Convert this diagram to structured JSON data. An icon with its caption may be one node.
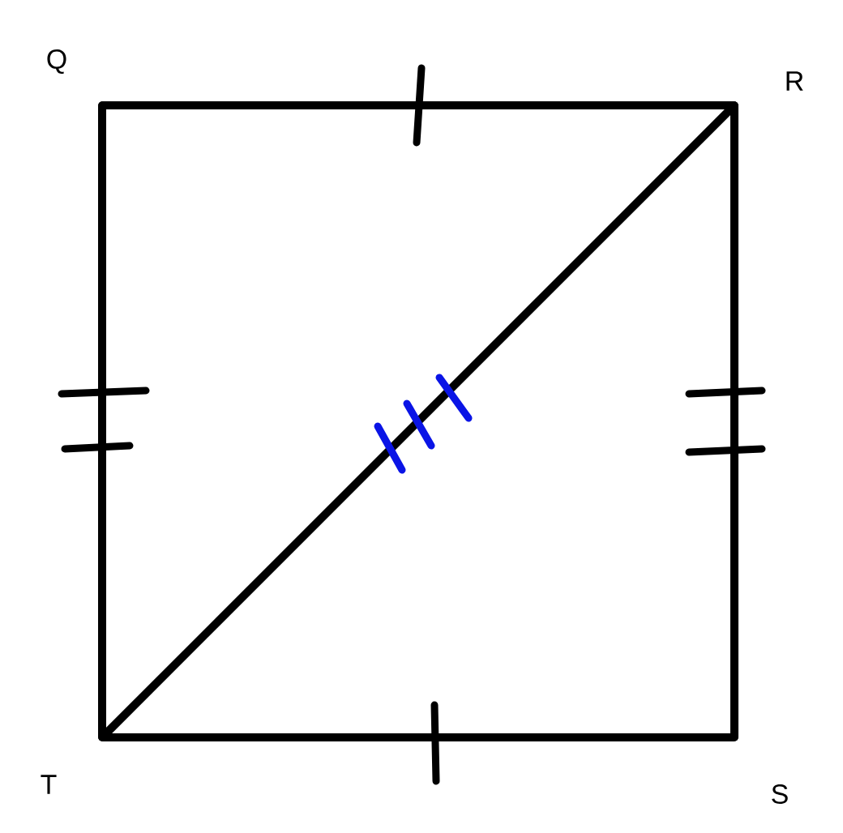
{
  "diagram": {
    "nodes": [
      {
        "text": [],
        "shape": "point",
        "beside": [
          "Q"
        ]
      },
      {
        "text": [],
        "shape": "point",
        "beside": [
          "R"
        ]
      },
      {
        "text": [],
        "shape": "point",
        "beside": [
          "S"
        ]
      },
      {
        "text": [],
        "shape": "point",
        "beside": [
          "T"
        ]
      }
    ],
    "edges": [
      {
        "from": 0,
        "to": 1,
        "arrow": "none"
      },
      {
        "from": 1,
        "to": 2,
        "arrow": "none"
      },
      {
        "from": 2,
        "to": 3,
        "arrow": "none"
      },
      {
        "from": 3,
        "to": 0,
        "arrow": "none"
      },
      {
        "from": 3,
        "to": 1,
        "arrow": "none"
      }
    ]
  }
}
